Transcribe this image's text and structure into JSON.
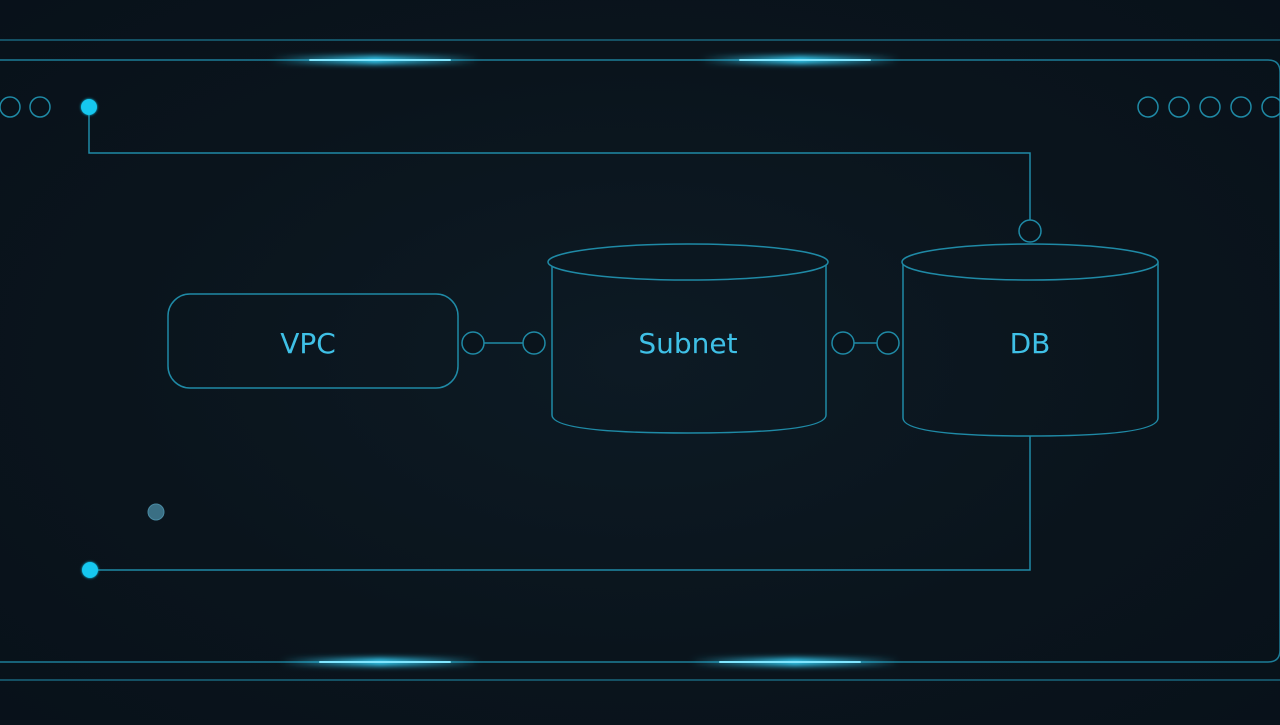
{
  "colors": {
    "background": "#0a141c",
    "line": "#1f8aa6",
    "glow": "#35d6ff",
    "node_dot": "#12c8f0",
    "text": "#3fc0e6",
    "muted_dot": "#3a6f84"
  },
  "diagram": {
    "nodes": {
      "vpc": {
        "label": "VPC",
        "shape": "rounded-rectangle"
      },
      "subnet": {
        "label": "Subnet",
        "shape": "cylinder"
      },
      "db": {
        "label": "DB",
        "shape": "cylinder"
      }
    },
    "edges": [
      {
        "from": "vpc",
        "to": "subnet"
      },
      {
        "from": "subnet",
        "to": "db"
      }
    ]
  }
}
